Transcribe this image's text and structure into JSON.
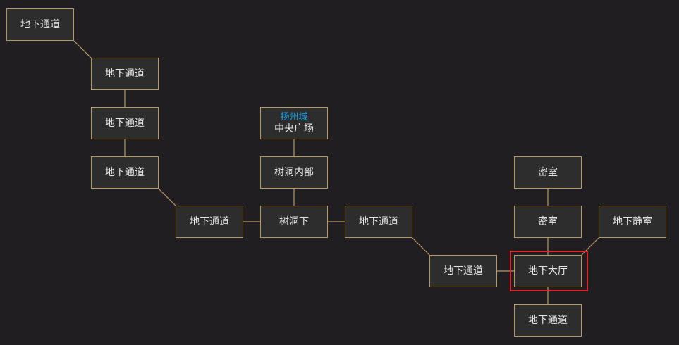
{
  "map": {
    "rooms": [
      {
        "id": "r1",
        "name": "地下通道",
        "area": ""
      },
      {
        "id": "r2",
        "name": "地下通道",
        "area": ""
      },
      {
        "id": "r3",
        "name": "地下通道",
        "area": ""
      },
      {
        "id": "r4",
        "name": "地下通道",
        "area": ""
      },
      {
        "id": "r5",
        "name": "地下通道",
        "area": ""
      },
      {
        "id": "r6",
        "name": "中央广场",
        "area": "扬州城"
      },
      {
        "id": "r7",
        "name": "树洞内部",
        "area": ""
      },
      {
        "id": "r8",
        "name": "树洞下",
        "area": ""
      },
      {
        "id": "r9",
        "name": "地下通道",
        "area": ""
      },
      {
        "id": "r10",
        "name": "地下通道",
        "area": ""
      },
      {
        "id": "r11",
        "name": "密室",
        "area": ""
      },
      {
        "id": "r12",
        "name": "密室",
        "area": ""
      },
      {
        "id": "r13",
        "name": "地下静室",
        "area": ""
      },
      {
        "id": "r14",
        "name": "地下大厅",
        "area": ""
      },
      {
        "id": "r15",
        "name": "地下通道",
        "area": ""
      }
    ],
    "current_room": "r14",
    "colors": {
      "background": "#201e20",
      "room_fill": "#2d2d2d",
      "room_border": "#b89a62",
      "link": "#b89a62",
      "area_label": "#1aa3e8",
      "current_marker": "#e0242c"
    }
  }
}
